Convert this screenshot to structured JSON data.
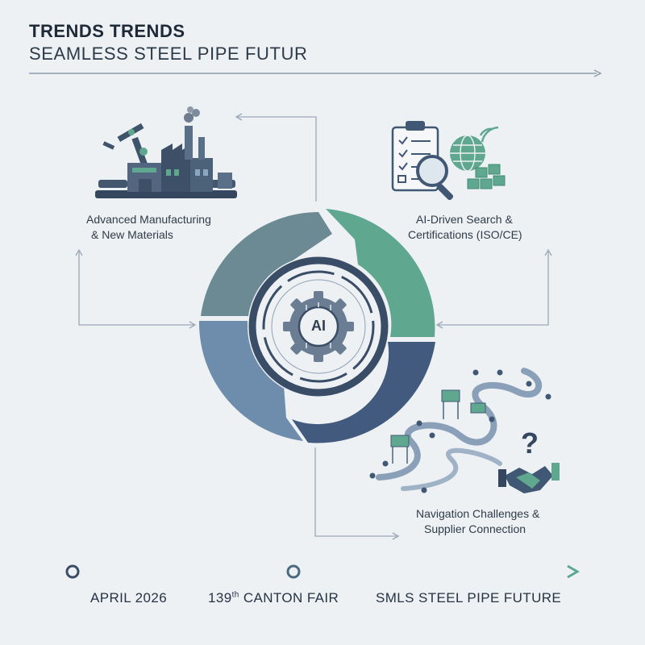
{
  "header": {
    "title": "TRENDS TRENDS",
    "subtitle": "SEAMLESS STEEL PIPE FUTUR"
  },
  "cycle": {
    "center_label": "AI",
    "colors": {
      "top_left": "#6b8a93",
      "top_right": "#5fa88f",
      "bottom_right": "#415a7e",
      "bottom_left": "#6e8dad",
      "hub": "#3a4d66"
    }
  },
  "panels": {
    "manufacturing": {
      "line1": "Advanced Manufacturing",
      "line2": "& New Materials",
      "icon": "factory-robot-arm-icon"
    },
    "ai_search": {
      "line1": "AI-Driven Search &",
      "line2": "Certifications (ISO/CE)",
      "icon": "clipboard-globe-magnifier-icon"
    },
    "navigation": {
      "line1": "Navigation Challenges &",
      "line2": "Supplier Connection",
      "icon": "path-handshake-question-icon"
    }
  },
  "timeline": {
    "items": [
      {
        "label": "APRIL 2026"
      },
      {
        "label_main": "139",
        "label_sup": "th",
        "label_rest": " CANTON FAIR"
      },
      {
        "label": "SMLS STEEL PIPE FUTURE"
      }
    ]
  }
}
